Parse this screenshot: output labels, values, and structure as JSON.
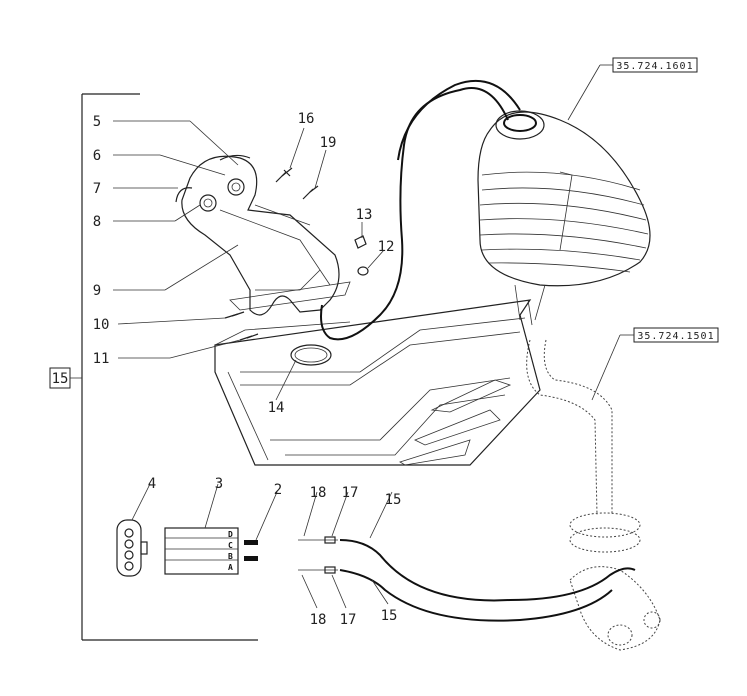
{
  "references": {
    "upper_ref": "35.724.1601",
    "lower_ref": "35.724.1501",
    "group_label": "15"
  },
  "callouts": {
    "c5": "5",
    "c6": "6",
    "c7": "7",
    "c8": "8",
    "c9": "9",
    "c10": "10",
    "c11": "11",
    "c12": "12",
    "c13": "13",
    "c14": "14",
    "c16": "16",
    "c19": "19",
    "c4": "4",
    "c3": "3",
    "c2": "2",
    "c18_top": "18",
    "c17_top": "17",
    "c15_top": "15",
    "c18_bot": "18",
    "c17_bot": "17",
    "c15_bot": "15"
  },
  "connector_pins": {
    "d": "D",
    "c": "C",
    "b": "B",
    "a": "A"
  }
}
